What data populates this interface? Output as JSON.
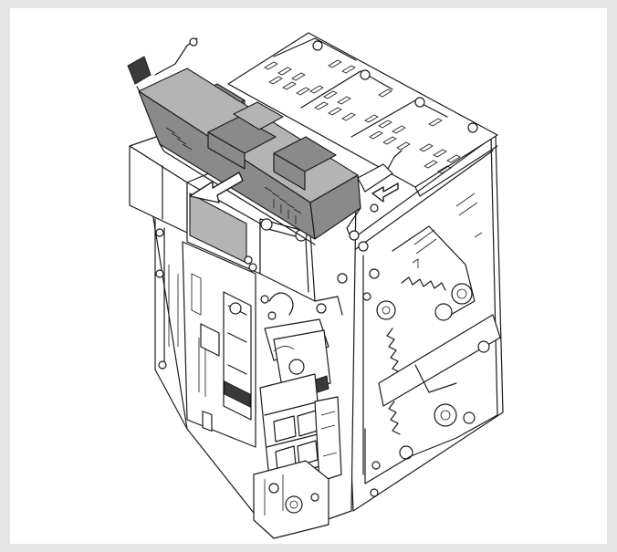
{
  "figure": {
    "kind": "technical-illustration",
    "subject": "isometric-line-drawing",
    "colors": {
      "canvas_border": "#e6e6e6",
      "canvas": "#ffffff",
      "line": "#1a1a1a",
      "highlight_part": "#8a8a8a",
      "highlight_part_light": "#b4b4b4"
    },
    "arrow_direction": "toward-front-left"
  }
}
